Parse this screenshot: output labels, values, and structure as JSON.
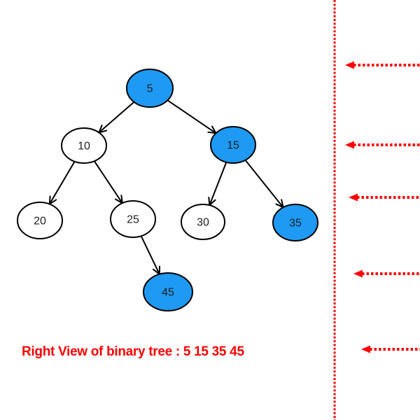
{
  "figure": {
    "caption": "Right View of binary tree : 5 15 35 45",
    "colors": {
      "highlight_fill": "#1E9AF5",
      "default_fill": "#FFFFFF",
      "node_stroke": "#000000",
      "node_text": "#1F1F1F",
      "edge": "#000000",
      "annotation": "#FF0000",
      "caption": "#FF0000"
    },
    "nodes": [
      {
        "id": "5",
        "label": "5",
        "highlighted": true
      },
      {
        "id": "10",
        "label": "10",
        "highlighted": false
      },
      {
        "id": "15",
        "label": "15",
        "highlighted": true
      },
      {
        "id": "20",
        "label": "20",
        "highlighted": false
      },
      {
        "id": "25",
        "label": "25",
        "highlighted": false
      },
      {
        "id": "30",
        "label": "30",
        "highlighted": false
      },
      {
        "id": "35",
        "label": "35",
        "highlighted": true
      },
      {
        "id": "45",
        "label": "45",
        "highlighted": true
      }
    ],
    "edges": [
      {
        "from": "5",
        "to": "10"
      },
      {
        "from": "5",
        "to": "15"
      },
      {
        "from": "10",
        "to": "20"
      },
      {
        "from": "10",
        "to": "25"
      },
      {
        "from": "15",
        "to": "30"
      },
      {
        "from": "15",
        "to": "35"
      },
      {
        "from": "25",
        "to": "45"
      }
    ],
    "right_view_arrow_count": 5
  }
}
